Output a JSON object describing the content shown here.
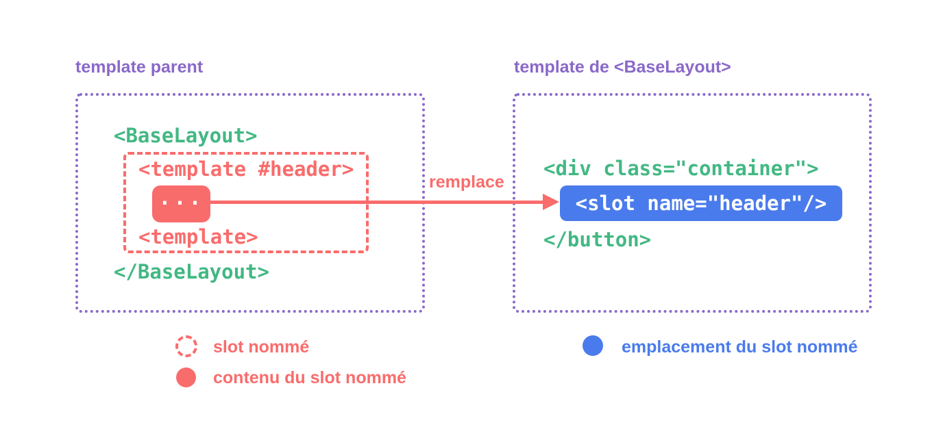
{
  "palette": {
    "purple": "#8a68c9",
    "green": "#42b883",
    "red": "#f96c6c",
    "blue": "#4a7bec",
    "white": "#ffffff"
  },
  "left_panel": {
    "title": "template parent",
    "code": {
      "open_tag": "<BaseLayout>",
      "slot_region": {
        "open_tag": "<template #header>",
        "content_placeholder": "...",
        "close_tag": "<template>"
      },
      "close_tag": "</BaseLayout>"
    }
  },
  "arrow": {
    "label": "remplace"
  },
  "right_panel": {
    "title": "template de <BaseLayout>",
    "code": {
      "open_tag": "<div class=\"container\">",
      "slot_tag": "<slot name=\"header\"/>",
      "close_tag": "</button>"
    }
  },
  "legend": {
    "items": [
      {
        "swatch": "dashed-red-circle",
        "label": "slot nommé"
      },
      {
        "swatch": "filled-red-circle",
        "label": "contenu du slot nommé"
      },
      {
        "swatch": "filled-blue-circle",
        "label": "emplacement du slot nommé"
      }
    ]
  }
}
